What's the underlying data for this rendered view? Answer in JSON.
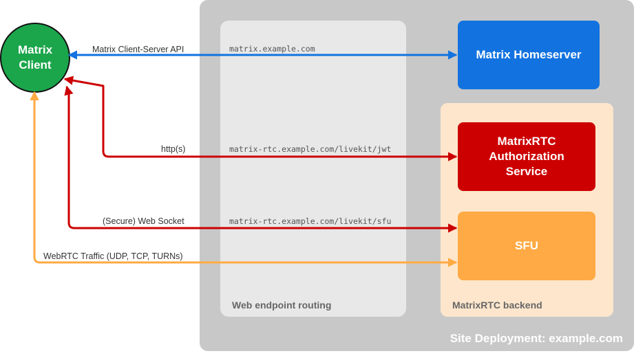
{
  "site": {
    "label": "Site Deployment: example.com"
  },
  "routing": {
    "label": "Web endpoint routing"
  },
  "backend": {
    "label": "MatrixRTC backend"
  },
  "client": {
    "label": "Matrix\nClient",
    "color": "#1ca64c"
  },
  "nodes": {
    "homeserver": {
      "label": "Matrix Homeserver",
      "color": "#1273e0"
    },
    "auth": {
      "label": "MatrixRTC\nAuthorization\nService",
      "color": "#cc0000"
    },
    "sfu": {
      "label": "SFU",
      "color": "#ffaa44"
    }
  },
  "connections": {
    "cs_api": {
      "label": "Matrix Client-Server API",
      "url": "matrix.example.com",
      "color": "#1273e0"
    },
    "http": {
      "label": "http(s)",
      "url": "matrix-rtc.example.com/livekit/jwt",
      "color": "#cc0000"
    },
    "ws": {
      "label": "(Secure) Web Socket",
      "url": "matrix-rtc.example.com/livekit/sfu",
      "color": "#cc0000"
    },
    "webrtc": {
      "label": "WebRTC Traffic (UDP, TCP, TURNs)",
      "color": "#ffaa44"
    }
  }
}
